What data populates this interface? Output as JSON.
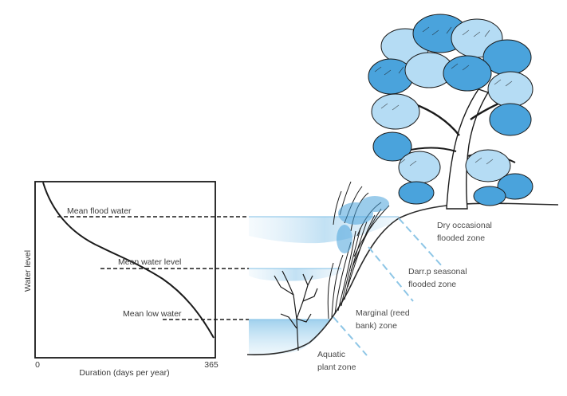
{
  "graph": {
    "y_axis_label": "Water level",
    "x_axis_label": "Duration (days per year)",
    "x_min_label": "0",
    "x_max_label": "365",
    "levels": [
      {
        "label": "Mean flood water"
      },
      {
        "label": "Mean water level"
      },
      {
        "label": "Mean low water"
      }
    ]
  },
  "zones": [
    {
      "lines": [
        "Dry occasional",
        "flooded zone"
      ]
    },
    {
      "lines": [
        "Darr.p seasonal",
        "flooded zone"
      ]
    },
    {
      "lines": [
        "Marginal (reed",
        "bank) zone"
      ]
    },
    {
      "lines": [
        "Aquatic",
        "plant zone"
      ]
    }
  ],
  "colors": {
    "water": "#9fd0ec",
    "foliage": "#4aa3dc",
    "foliage_light": "#b5dcf4",
    "ink": "#1a1a1a",
    "zone_divider": "#8ec6e6"
  }
}
